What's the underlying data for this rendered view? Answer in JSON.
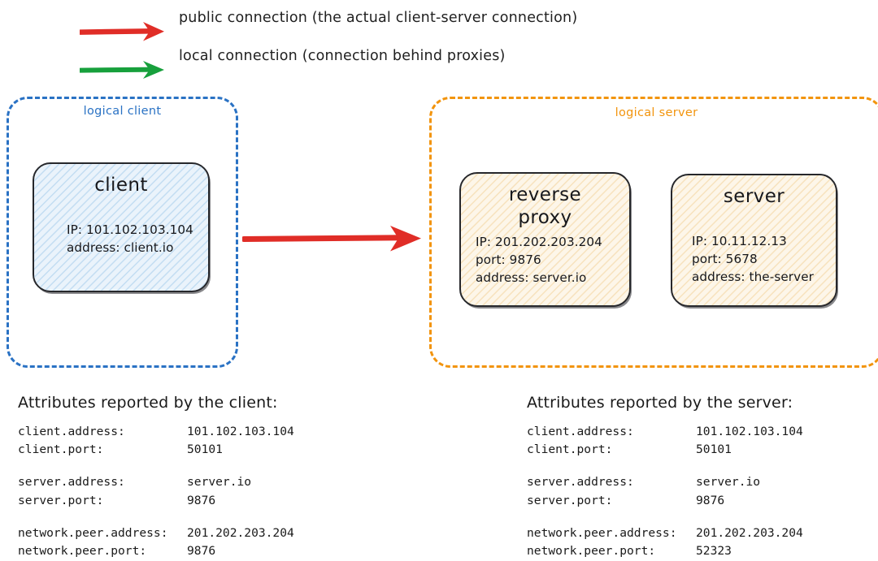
{
  "legend": {
    "items": [
      {
        "icon": "red-arrow-icon",
        "color": "#e02d27",
        "label": "public connection (the actual client-server connection)"
      },
      {
        "icon": "green-arrow-icon",
        "color": "#17a03c",
        "label": "local connection (connection behind proxies)"
      }
    ]
  },
  "groups": {
    "client": {
      "title": "logical client",
      "color": "#2a72c4"
    },
    "server": {
      "title": "logical server",
      "color": "#f2940d"
    }
  },
  "nodes": {
    "client": {
      "title": "client",
      "attrs": [
        "IP: 101.102.103.104",
        "address: client.io"
      ]
    },
    "reverse_proxy": {
      "title": "reverse\nproxy",
      "attrs": [
        "IP: 201.202.203.204",
        "port: 9876",
        "address: server.io"
      ]
    },
    "server": {
      "title": "server",
      "attrs": [
        "IP: 10.11.12.13",
        "port: 5678",
        "address: the-server"
      ]
    }
  },
  "connections": {
    "public": {
      "from": "client",
      "to": "reverse proxy",
      "color": "#e02d27"
    }
  },
  "reports": {
    "client": {
      "heading": "Attributes reported by the client:",
      "rows": [
        {
          "key": "client.address:",
          "value": "101.102.103.104"
        },
        {
          "key": "client.port:",
          "value": "50101"
        },
        {
          "key": "server.address:",
          "value": "server.io"
        },
        {
          "key": "server.port:",
          "value": "9876"
        },
        {
          "key": "network.peer.address:",
          "value": "201.202.203.204"
        },
        {
          "key": "network.peer.port:",
          "value": "9876"
        }
      ]
    },
    "server": {
      "heading": "Attributes reported by the server:",
      "rows": [
        {
          "key": "client.address:",
          "value": "101.102.103.104"
        },
        {
          "key": "client.port:",
          "value": "50101"
        },
        {
          "key": "server.address:",
          "value": "server.io"
        },
        {
          "key": "server.port:",
          "value": "9876"
        },
        {
          "key": "network.peer.address:",
          "value": "201.202.203.204"
        },
        {
          "key": "network.peer.port:",
          "value": "52323"
        }
      ]
    }
  }
}
